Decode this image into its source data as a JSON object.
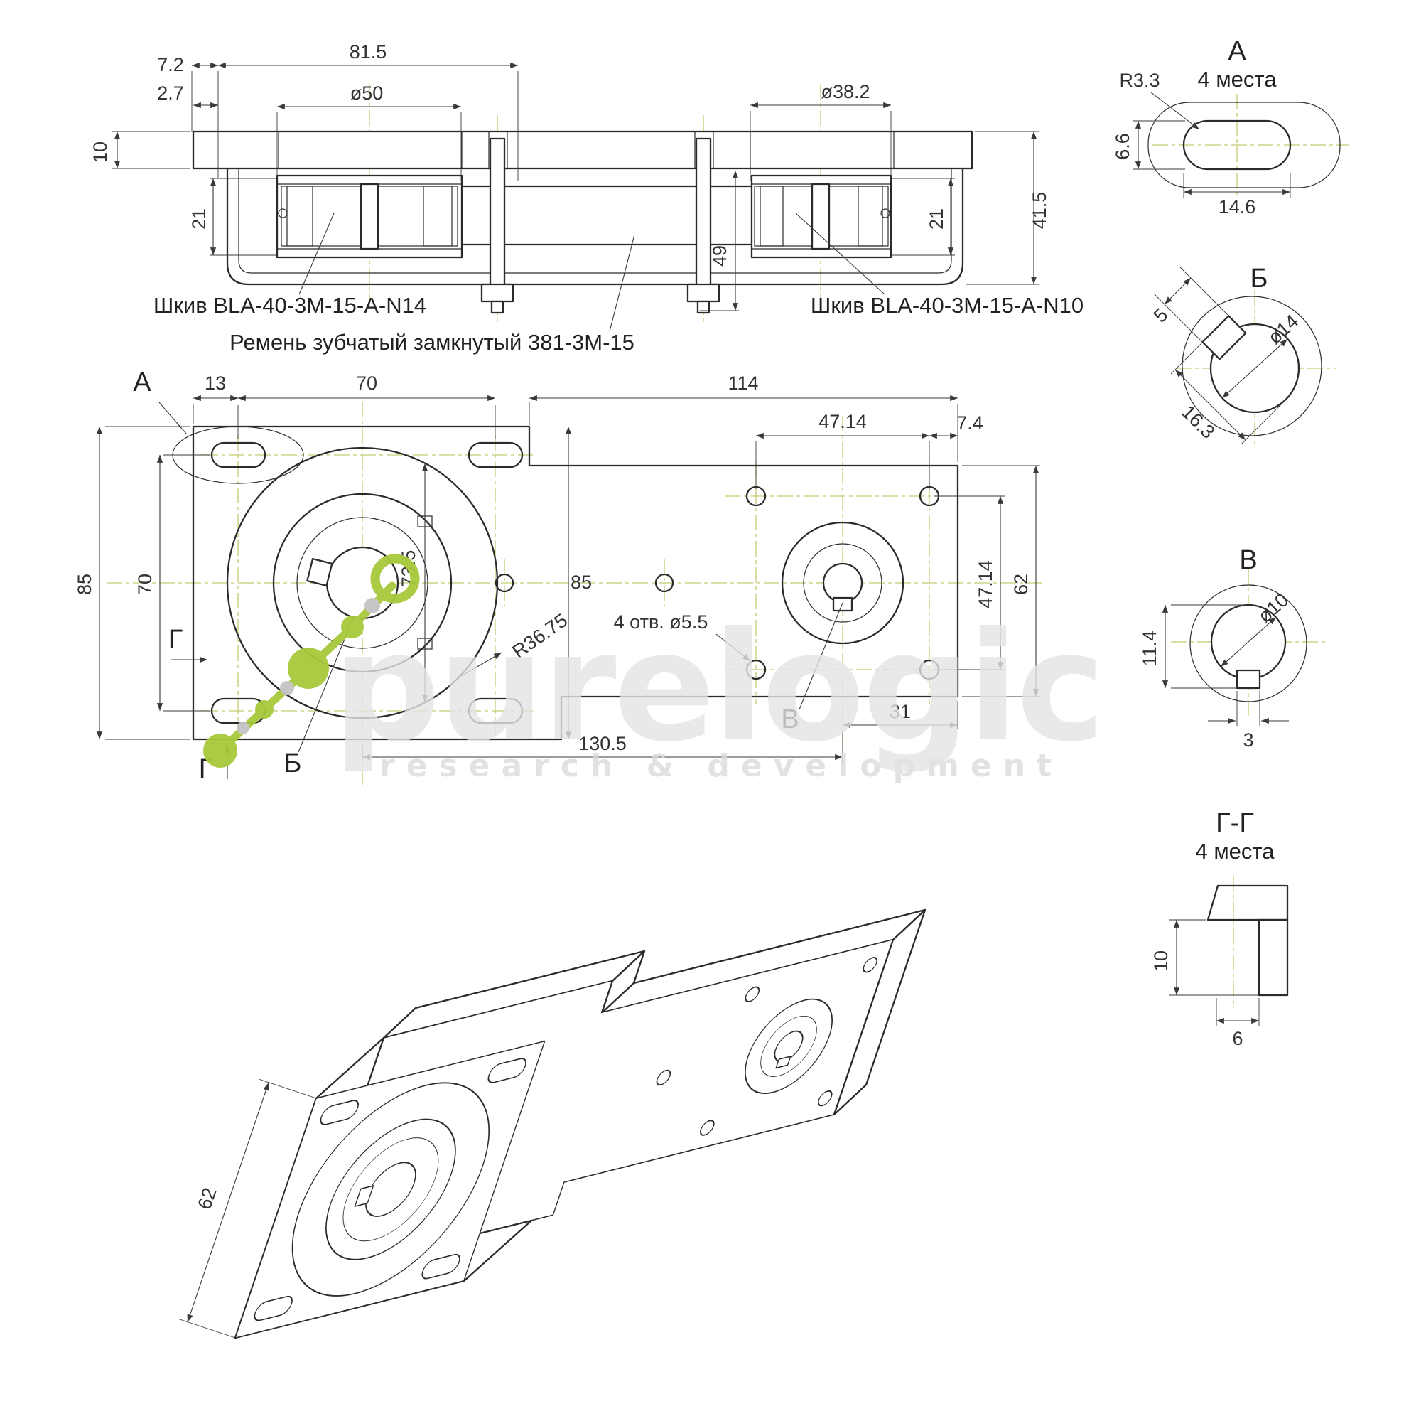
{
  "watermark": {
    "brand": "purelogic",
    "tagline": "research & development",
    "green": "#a8c93c",
    "gray": "#e4e4e4"
  },
  "section_view": {
    "dims": {
      "offset_top": "7.2",
      "span_top": "81.5",
      "offset_edge": "2.7",
      "pulley_left_dia": "ø50",
      "pulley_right_dia": "ø38.2",
      "plate_thk": "10",
      "belt_left": "21",
      "belt_right": "21",
      "overall": "41.5",
      "stud_len": "49"
    },
    "callouts": {
      "pulley_left": "Шкив BLA-40-3M-15-A-N14",
      "belt": "Ремень зубчатый замкнутый 381-3М-15",
      "pulley_right": "Шкив BLA-40-3M-15-A-N10"
    }
  },
  "front_view": {
    "markers": {
      "a": "А",
      "b": "Б",
      "v": "В",
      "g_left": "Г",
      "g_bottom": "Г"
    },
    "dims": {
      "edge_to_slot": "13",
      "slot_span_h": "70",
      "right_span": "114",
      "hole_span_h": "47.14",
      "hole_to_edge": "7.4",
      "flange_height": "85",
      "slot_span_v": "70",
      "boss_dia": "73.5",
      "mid_height": "85",
      "flange_radius": "R36.75",
      "holes_note": "4 отв.  ø5.5",
      "hole_span_v": "47.14",
      "right_height": "62",
      "center_to_edge": "31",
      "centers_span": "130.5"
    }
  },
  "detail_a": {
    "title": "А",
    "note": "4 места",
    "dims": {
      "radius": "R3.3",
      "height": "6.6",
      "width": "14.6"
    }
  },
  "detail_b": {
    "title": "Б",
    "dims": {
      "key_width": "5",
      "bore_dia": "ø14",
      "key_depth": "16.3"
    }
  },
  "detail_v": {
    "title": "В",
    "dims": {
      "key_depth": "11.4",
      "bore_dia": "ø10",
      "key_width": "3"
    }
  },
  "detail_g": {
    "title": "Г-Г",
    "note": "4 места",
    "dims": {
      "depth": "10",
      "width": "6"
    }
  },
  "iso_view": {
    "dims": {
      "flange_width": "62"
    }
  }
}
